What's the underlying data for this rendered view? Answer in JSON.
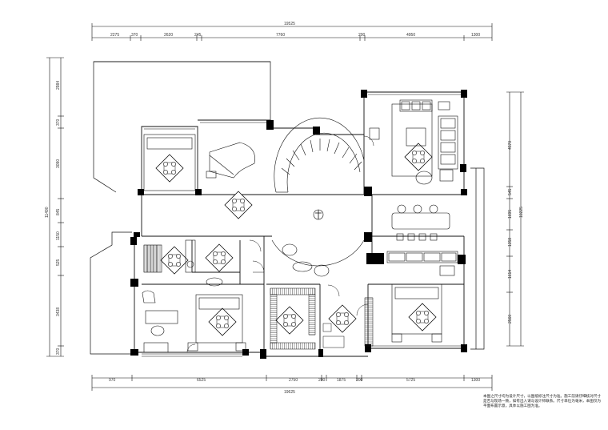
{
  "dimensions": {
    "top_total": "19525",
    "top_segments": [
      "2275",
      "370",
      "2620",
      "245",
      "7760",
      "200",
      "4950",
      "1300"
    ],
    "bottom_total": "19625",
    "bottom_segments": [
      "970",
      "6525",
      "2750",
      "200",
      "1875",
      "200",
      "5725",
      "1300"
    ],
    "left_total": "11490",
    "left_segments": [
      "2984",
      "370",
      "3090",
      "845",
      "1150",
      "525",
      "3438",
      "370"
    ],
    "right_total": "10225",
    "right_segments": [
      "4570",
      "545",
      "1695",
      "1358",
      "1614",
      "2560"
    ]
  },
  "note": {
    "text": "本图之尺寸均为设计尺寸，以图纸标注尺寸为准。施工前请仔细核对尺寸是否与现场一致，如有出入请与设计师联系。尺寸单位为毫米，本图仅为平面布置示意，具体以施工图为准。"
  },
  "colors": {
    "line": "#111111",
    "wall": "#000000",
    "paper": "#ffffff"
  }
}
